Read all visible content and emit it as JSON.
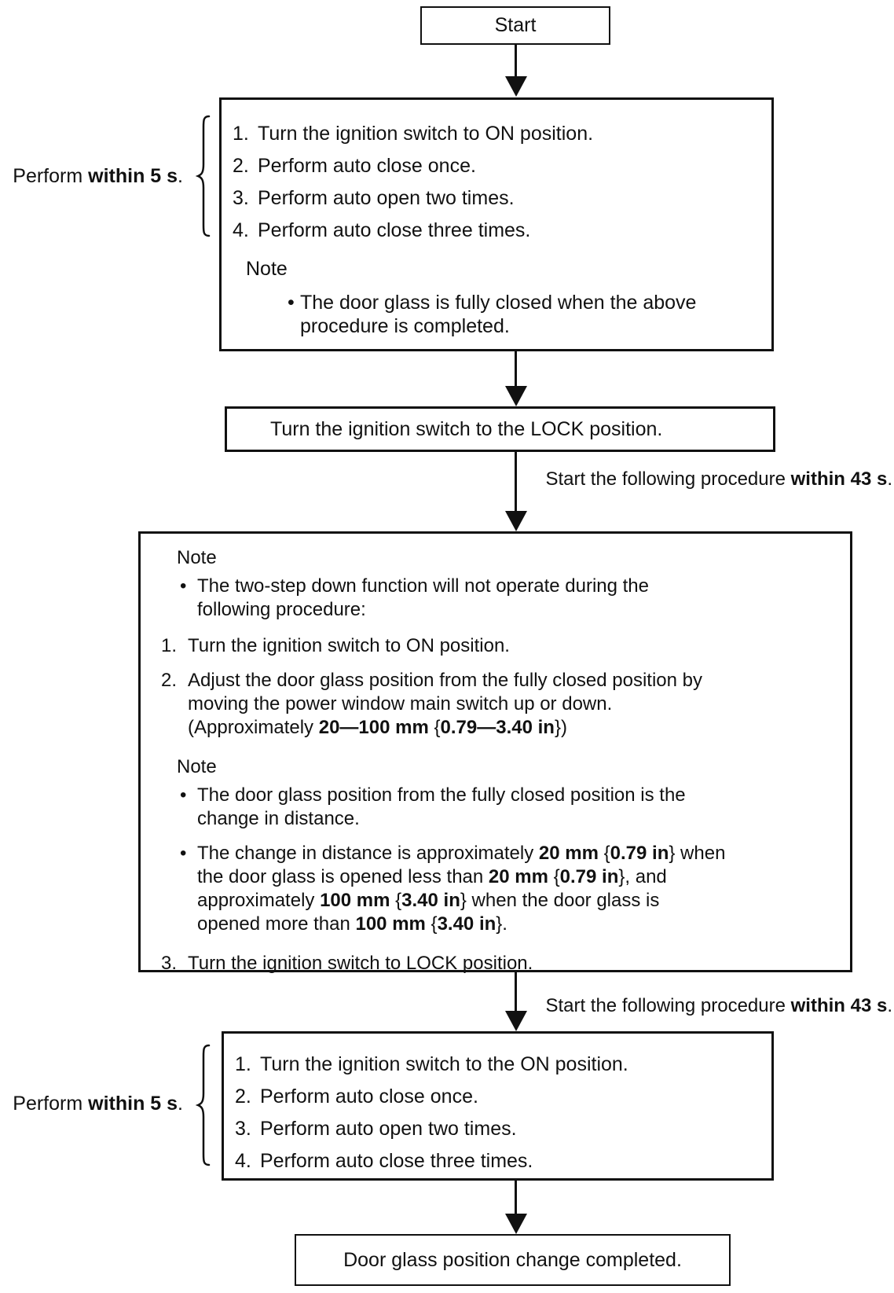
{
  "colors": {
    "ink": "#111111",
    "background": "#ffffff"
  },
  "glyphs": {
    "bullet": "•"
  },
  "labels": {
    "perform_within": [
      {
        "t": "Perform "
      },
      {
        "t": "within 5 s",
        "b": true
      },
      {
        "t": "."
      }
    ],
    "start_within_43": [
      {
        "t": "Start the following procedure "
      },
      {
        "t": "within 43 s",
        "b": true
      },
      {
        "t": "."
      }
    ]
  },
  "start_box": {
    "label": "Start"
  },
  "box_a": {
    "nums": [
      "1.",
      "2.",
      "3.",
      "4."
    ],
    "items": [
      "Turn the ignition switch to ON position.",
      "Perform auto close once.",
      "Perform auto open two times.",
      "Perform auto close three times."
    ],
    "note": {
      "title": "Note",
      "bullets": [
        "The door glass is fully closed when the above\nprocedure is completed."
      ]
    }
  },
  "box_b": {
    "label": "Turn the ignition switch to the LOCK position."
  },
  "box_c": {
    "note1": {
      "title": "Note",
      "bullets": [
        "The two-step down function will not operate during the\nfollowing procedure:"
      ]
    },
    "step1": {
      "num": "1.",
      "text": "Turn the ignition switch to ON position."
    },
    "step2": {
      "num": "2.",
      "text_rich": [
        {
          "t": "Adjust the door glass position from the fully closed position by\nmoving the power window main switch up or down.\n(Approximately "
        },
        {
          "t": "20—100 mm",
          "b": true
        },
        {
          "t": " {"
        },
        {
          "t": "0.79—3.40 in",
          "b": true
        },
        {
          "t": "})"
        }
      ]
    },
    "note2": {
      "title": "Note",
      "bullet1": "The door glass position from the fully closed position is the\nchange in distance.",
      "bullet2_rich": [
        {
          "t": "The change in distance is approximately "
        },
        {
          "t": "20 mm",
          "b": true
        },
        {
          "t": " {"
        },
        {
          "t": "0.79 in",
          "b": true
        },
        {
          "t": "} when\nthe door glass is opened less than "
        },
        {
          "t": "20 mm",
          "b": true
        },
        {
          "t": " {"
        },
        {
          "t": "0.79 in",
          "b": true
        },
        {
          "t": "}, and\napproximately "
        },
        {
          "t": "100 mm",
          "b": true
        },
        {
          "t": " {"
        },
        {
          "t": "3.40 in",
          "b": true
        },
        {
          "t": "} when the door glass is\nopened more than "
        },
        {
          "t": "100 mm",
          "b": true
        },
        {
          "t": " {"
        },
        {
          "t": "3.40 in",
          "b": true
        },
        {
          "t": "}."
        }
      ]
    },
    "step3": {
      "num": "3.",
      "text": "Turn the ignition switch to LOCK position."
    }
  },
  "box_d": {
    "nums": [
      "1.",
      "2.",
      "3.",
      "4."
    ],
    "items": [
      "Turn the ignition switch to the ON position.",
      "Perform auto close once.",
      "Perform auto open two times.",
      "Perform auto close three times."
    ]
  },
  "end_box": {
    "label": "Door glass position change completed."
  }
}
